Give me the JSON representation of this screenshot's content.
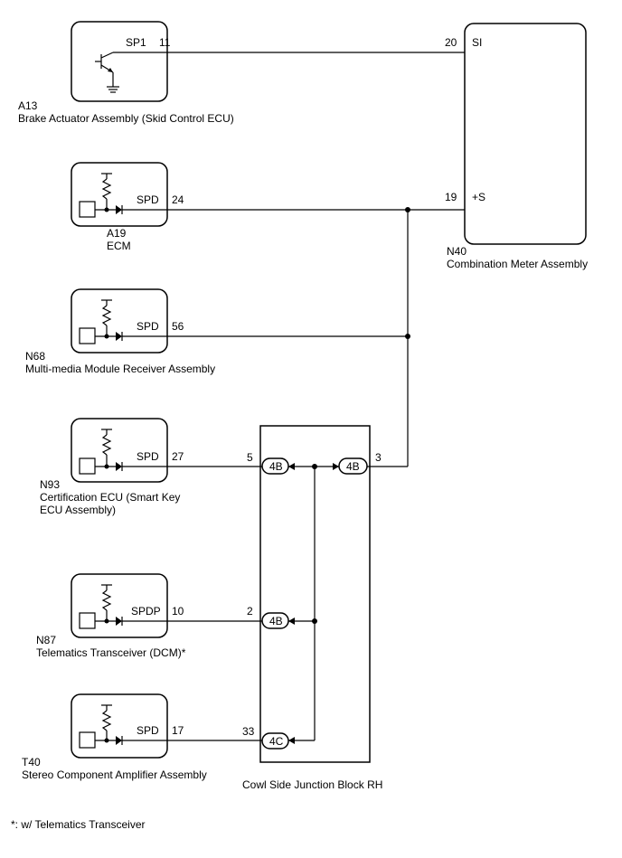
{
  "components": {
    "a13": {
      "code": "A13",
      "name": "Brake Actuator Assembly (Skid Control ECU)",
      "pin_label": "SP1",
      "pin_number": "11"
    },
    "a19": {
      "code": "A19",
      "name": "ECM",
      "pin_label": "SPD",
      "pin_number": "24"
    },
    "n68": {
      "code": "N68",
      "name": "Multi-media Module Receiver Assembly",
      "pin_label": "SPD",
      "pin_number": "56"
    },
    "n93": {
      "code": "N93",
      "name_line1": "Certification ECU (Smart Key",
      "name_line2": "ECU Assembly)",
      "pin_label": "SPD",
      "pin_number": "27"
    },
    "n87": {
      "code": "N87",
      "name": "Telematics Transceiver (DCM)*",
      "pin_label": "SPDP",
      "pin_number": "10"
    },
    "t40": {
      "code": "T40",
      "name": "Stereo Component Amplifier Assembly",
      "pin_label": "SPD",
      "pin_number": "17"
    },
    "n40": {
      "code": "N40",
      "name": "Combination Meter Assembly",
      "pins": [
        {
          "label": "SI",
          "number": "20"
        },
        {
          "label": "+S",
          "number": "19"
        }
      ]
    }
  },
  "junction_block": {
    "name": "Cowl Side Junction Block RH",
    "connectors": [
      {
        "id": "4B",
        "pin": "5"
      },
      {
        "id": "4B",
        "pin": "3"
      },
      {
        "id": "4B",
        "pin": "2"
      },
      {
        "id": "4C",
        "pin": "33"
      }
    ]
  },
  "footnote": "*: w/ Telematics Transceiver"
}
